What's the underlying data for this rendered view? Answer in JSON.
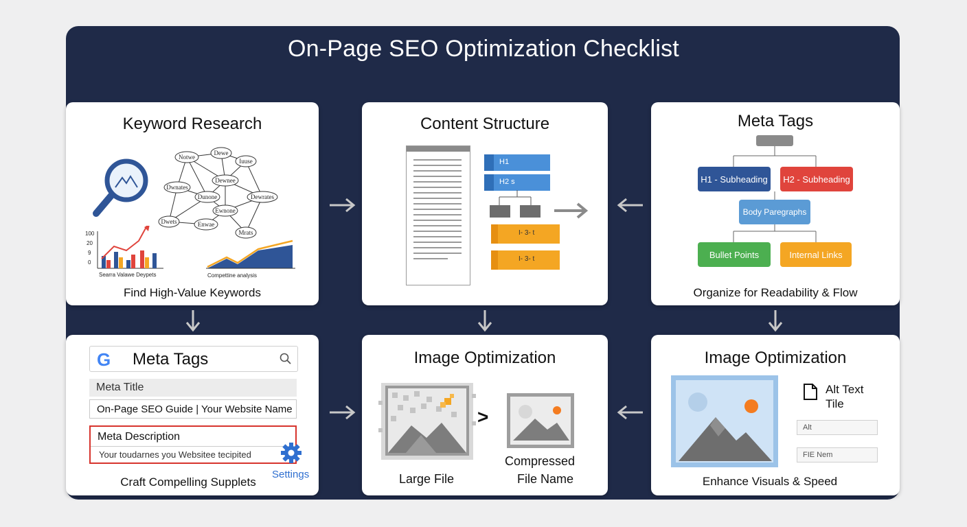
{
  "title": "On-Page SEO Optimization Checklist",
  "colors": {
    "board": "#1f2a48",
    "blue_dark": "#2f5597",
    "red": "#e0443c",
    "blue_light": "#5b9bd5",
    "green": "#4caf50",
    "orange": "#f4a623",
    "h_blue": "#4a90d9"
  },
  "cards": {
    "keyword": {
      "title": "Keyword Research",
      "nodes": [
        "Notwe",
        "Dewe",
        "Iuuse",
        "Dwnates",
        "Dewnee",
        "Dunone",
        "Dewrates",
        "Ewnone",
        "Dwets",
        "Enwae",
        "Mrats"
      ],
      "left_chart_ticks": [
        "100",
        "20",
        "9",
        "0"
      ],
      "left_chart_label": "Searra Valawe Deypets",
      "right_chart_label": "Compettine analysis",
      "caption": "Find High-Value Keywords",
      "icon": "magnifier-mountain-icon"
    },
    "content": {
      "title": "Content Structure",
      "h1": "H1",
      "h2": "H2 s",
      "sub1": "I- 3- t",
      "sub2": "I- 3- t"
    },
    "meta_top": {
      "title": "Meta Tags",
      "h1_sub": "H1 - Subheading",
      "h2_sub": "H2 - Subheading",
      "body": "Body Paregraphs",
      "bullets": "Bullet Points",
      "links": "Internal Links",
      "caption": "Organize for Readability & Flow"
    },
    "meta_bottom": {
      "title": "Meta Tags",
      "google_letter": "G",
      "meta_title_label": "Meta Title",
      "meta_title_value": "On-Page SEO Guide | Your Website Name",
      "meta_desc_label": "Meta Description",
      "meta_desc_value": "Your toudarnes you Websiteе tecipited",
      "settings": "Settings",
      "caption": "Craft Compelling Supplets"
    },
    "image_mid": {
      "title": "Image Optimization",
      "large_label": "Large File",
      "compressed_label": "Compressed",
      "file_name_label": "File Name",
      "arrow_glyph": ">"
    },
    "image_right": {
      "title": "Image Optimization",
      "alt_line1": "Alt Text",
      "alt_line2": "Tile",
      "field1": "Alt",
      "field2": "FIE Nem",
      "caption": "Enhance Visuals & Speed"
    }
  }
}
